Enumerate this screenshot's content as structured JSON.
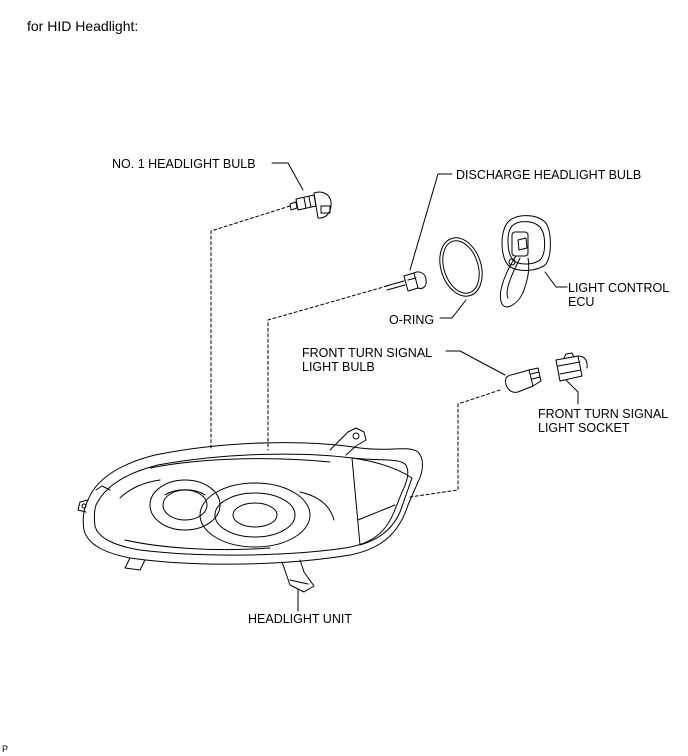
{
  "title": "for HID Headlight:",
  "figure_code": "P",
  "labels": {
    "no1_bulb": "NO. 1 HEADLIGHT BULB",
    "discharge_bulb": "DISCHARGE HEADLIGHT BULB",
    "ecu_line1": "LIGHT CONTROL",
    "ecu_line2": "ECU",
    "oring": "O-RING",
    "turn_bulb_line1": "FRONT TURN SIGNAL",
    "turn_bulb_line2": "LIGHT BULB",
    "turn_socket_line1": "FRONT TURN SIGNAL",
    "turn_socket_line2": "LIGHT SOCKET",
    "unit": "HEADLIGHT UNIT"
  }
}
